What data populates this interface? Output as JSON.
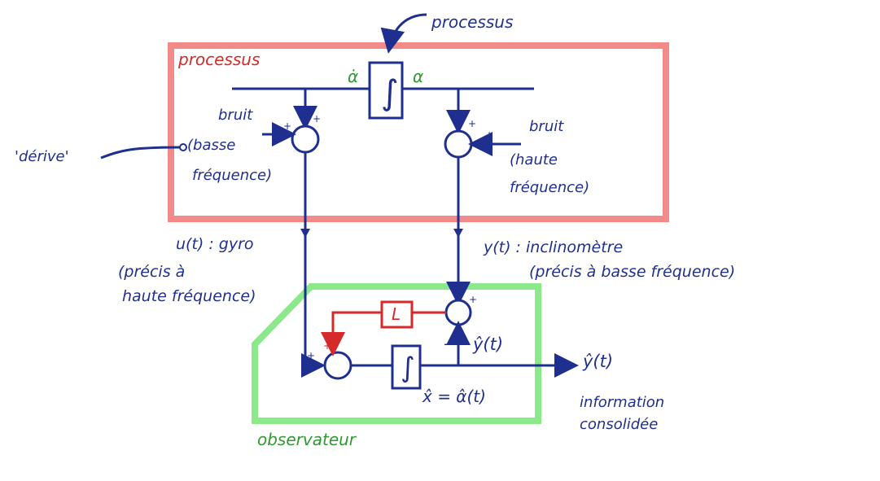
{
  "process_box": {
    "label": "processus",
    "color": "#f28a8a"
  },
  "observer_box": {
    "label": "observateur",
    "color": "#8be88b"
  },
  "callout": {
    "label": "processus"
  },
  "integrator": {
    "symbol": "∫",
    "input_label": "α̇",
    "output_label": "α"
  },
  "noise_left": {
    "line1": "bruit",
    "line2": "(basse",
    "line3": "fréquence)",
    "drift_label": "'dérive'"
  },
  "noise_right": {
    "line1": "bruit",
    "line2": "(haute",
    "line3": "fréquence)"
  },
  "gyro": {
    "line1": "u(t) : gyro",
    "line2": "(précis à",
    "line3": "haute fréquence)"
  },
  "inclinometer": {
    "line1": "y(t) : inclinomètre",
    "line2": "(précis à basse fréquence)"
  },
  "observer": {
    "gain_label": "L",
    "integrator_symbol": "∫",
    "yhat_label": "ŷ(t)",
    "xhat_label": "x̂ = α̂(t)",
    "plus": "+",
    "minus": "−"
  },
  "output": {
    "label": "ŷ(t)",
    "line1": "information",
    "line2": "consolidée"
  },
  "colors": {
    "signal": "#1f2f8f",
    "feedback": "#d42a2a",
    "accent_green": "#2f9a2f"
  }
}
